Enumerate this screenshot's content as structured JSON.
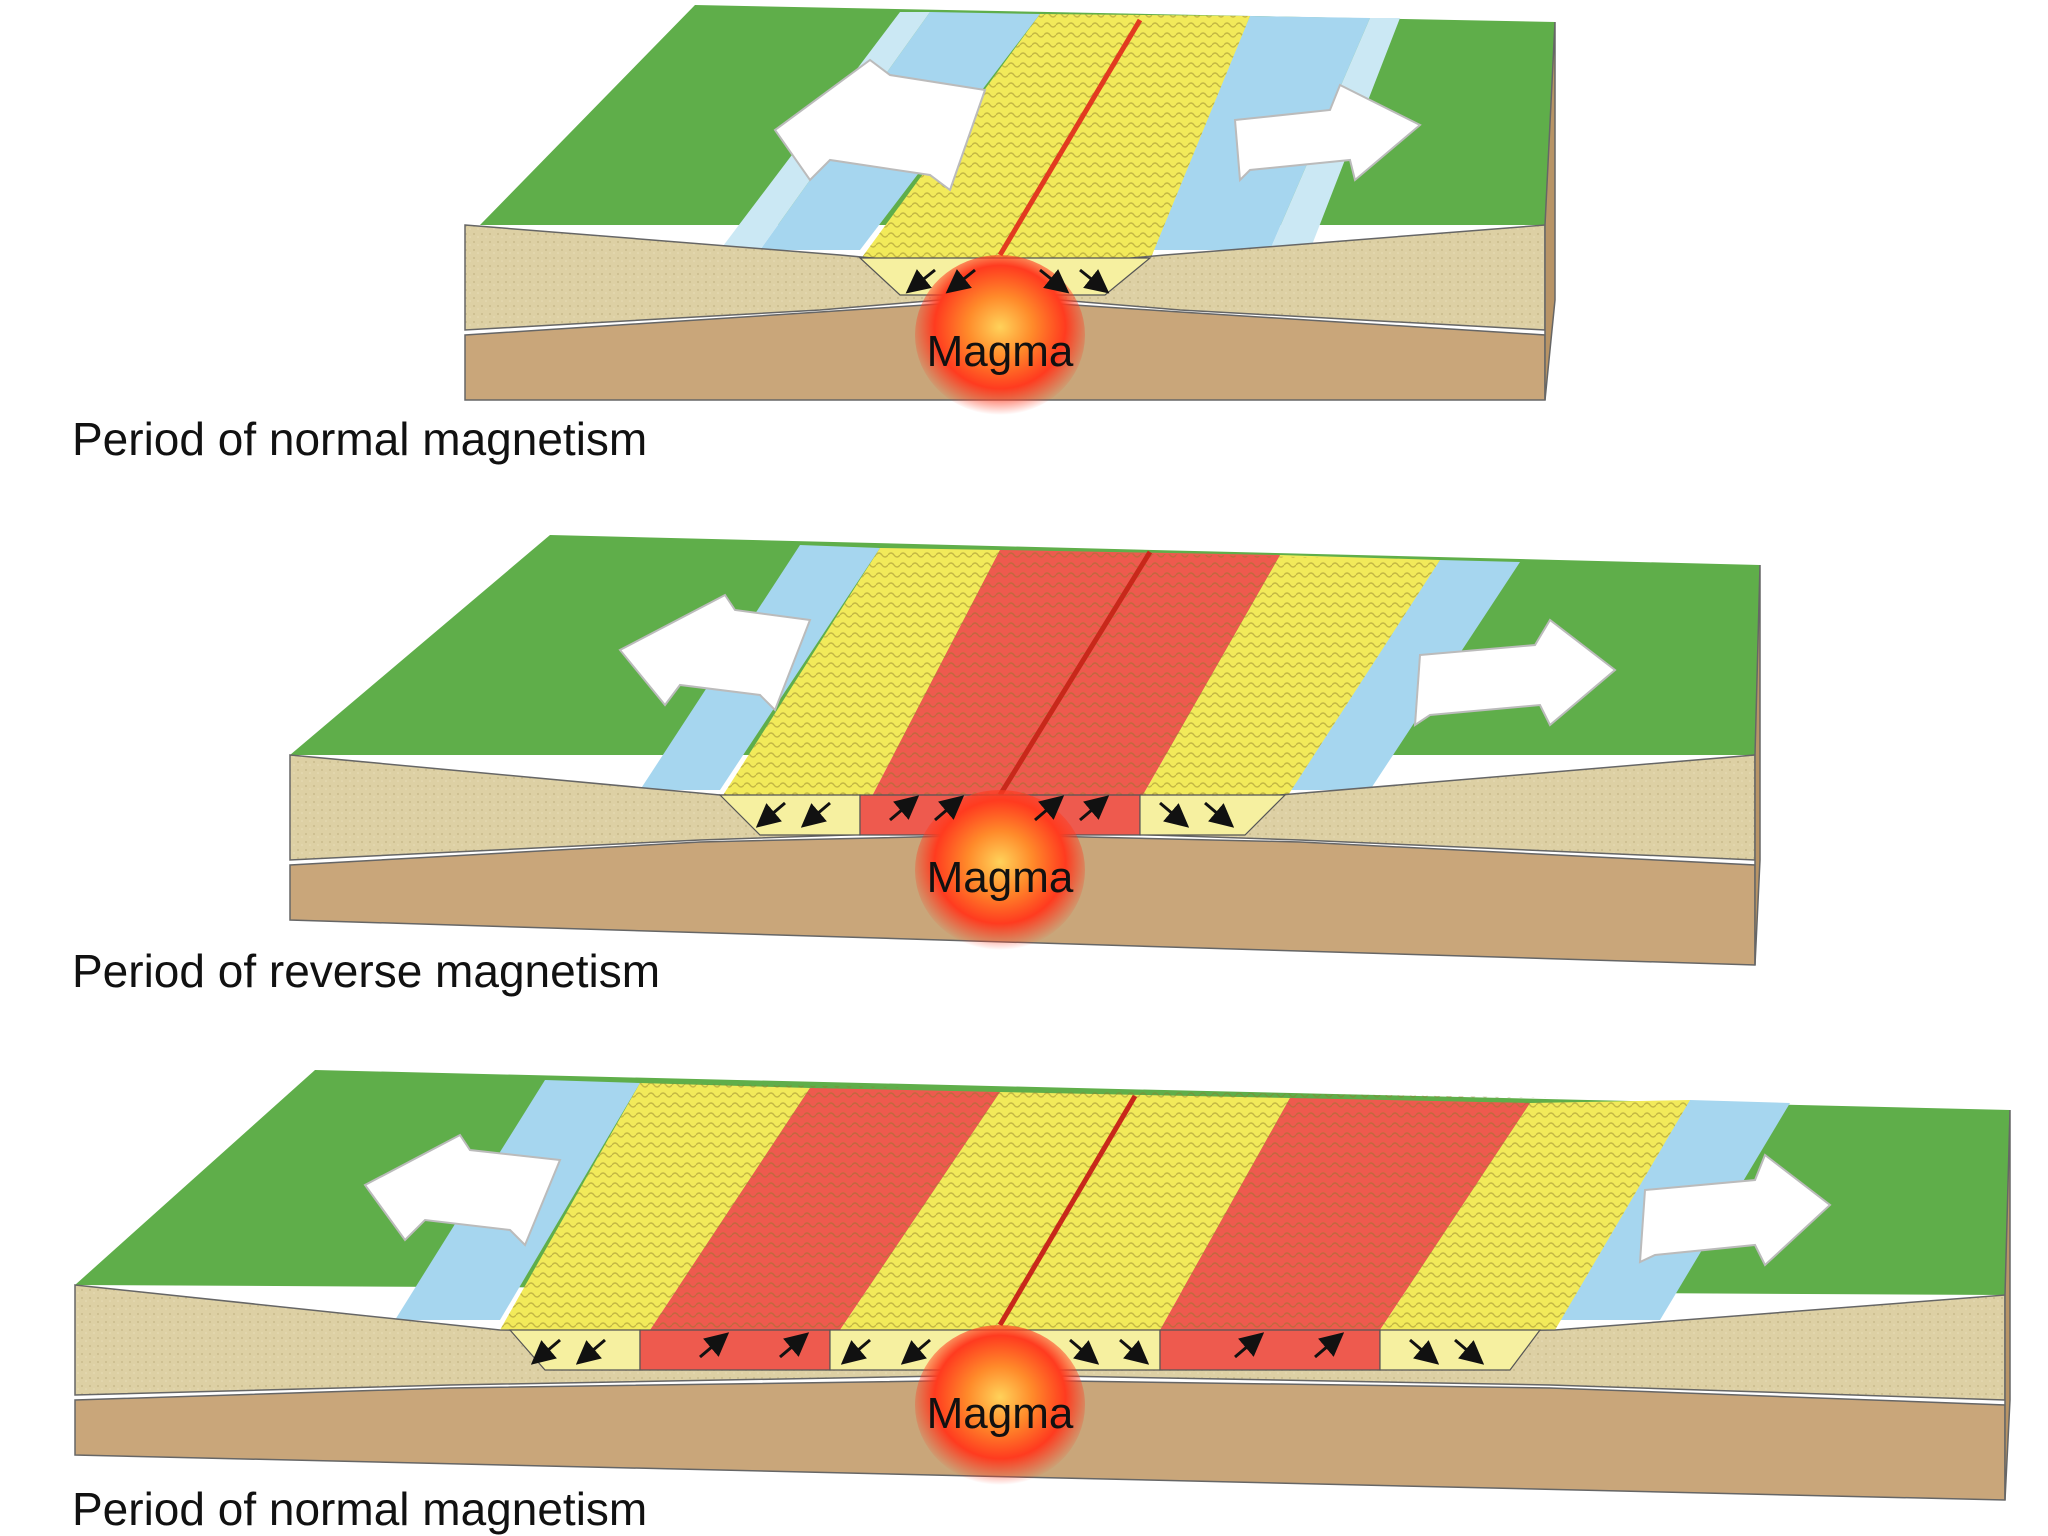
{
  "panels": [
    {
      "caption": "Period of normal magnetism",
      "magma_label": "Magma"
    },
    {
      "caption": "Period of reverse magnetism",
      "magma_label": "Magma"
    },
    {
      "caption": "Period of normal magnetism",
      "magma_label": "Magma"
    }
  ],
  "colors": {
    "land": "#5fae4a",
    "shallow_water": "#b9e1f2",
    "deep_water": "#8fc8e8",
    "normal_polarity": "#f2ea5a",
    "reverse_polarity": "#ee5a4e",
    "crust_side": "#ddd0a4",
    "mantle_side": "#c9a67a",
    "magma": "#ff3b1f"
  }
}
